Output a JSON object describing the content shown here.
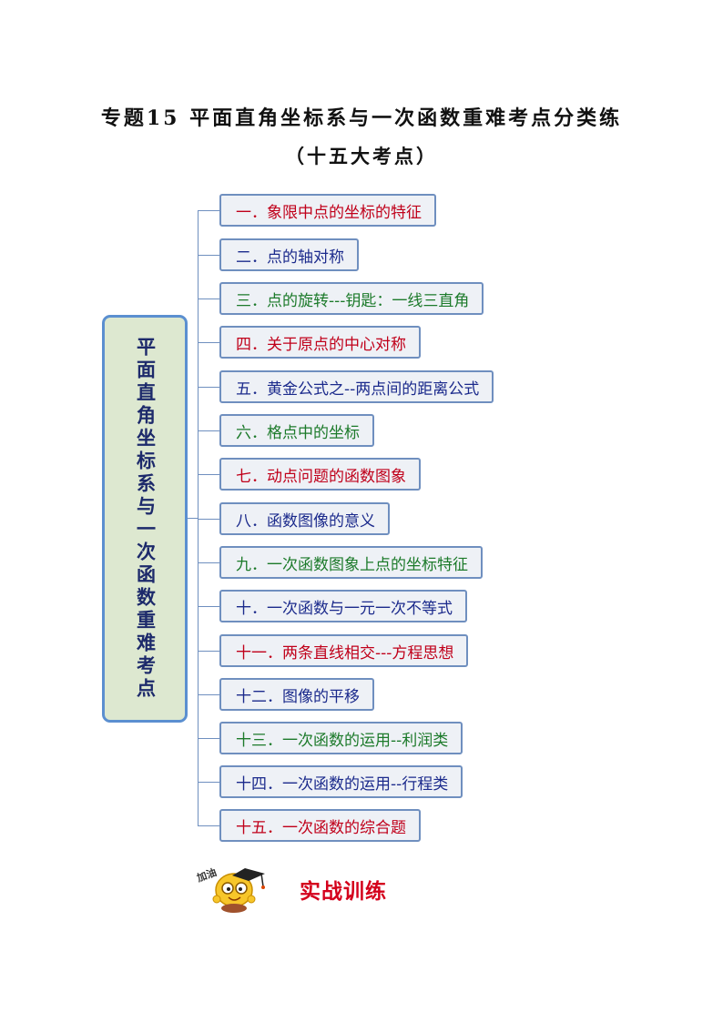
{
  "title": {
    "line1": "专题15  平面直角坐标系与一次函数重难考点分类练",
    "line2": "（十五大考点）"
  },
  "root_label": "平面直角坐标系与一次函数重难考点",
  "branches": [
    {
      "text": "一．象限中点的坐标的特征",
      "color": "#c0001a"
    },
    {
      "text": "二．点的轴对称",
      "color": "#1b2a8c"
    },
    {
      "text": "三．点的旋转---钥匙：一线三直角",
      "color": "#1c7a2a"
    },
    {
      "text": "四．关于原点的中心对称",
      "color": "#c0001a"
    },
    {
      "text": "五．黄金公式之--两点间的距离公式",
      "color": "#1b2a8c"
    },
    {
      "text": "六．格点中的坐标",
      "color": "#1c7a2a"
    },
    {
      "text": "七．动点问题的函数图象",
      "color": "#c0001a"
    },
    {
      "text": "八．函数图像的意义",
      "color": "#1b2a8c"
    },
    {
      "text": "九．一次函数图象上点的坐标特征",
      "color": "#1c7a2a"
    },
    {
      "text": "十．一次函数与一元一次不等式",
      "color": "#1b2a8c"
    },
    {
      "text": "十一．两条直线相交---方程思想",
      "color": "#c0001a"
    },
    {
      "text": "十二．图像的平移",
      "color": "#1b2a8c"
    },
    {
      "text": "十三．一次函数的运用--利润类",
      "color": "#1c7a2a"
    },
    {
      "text": "十四．一次函数的运用--行程类",
      "color": "#1b2a8c"
    },
    {
      "text": "十五．一次函数的综合题",
      "color": "#c0001a"
    }
  ],
  "mascot_text": "加油",
  "practice_label": "实战训练",
  "icons": {
    "mascot": "cheering-mascot-icon"
  }
}
